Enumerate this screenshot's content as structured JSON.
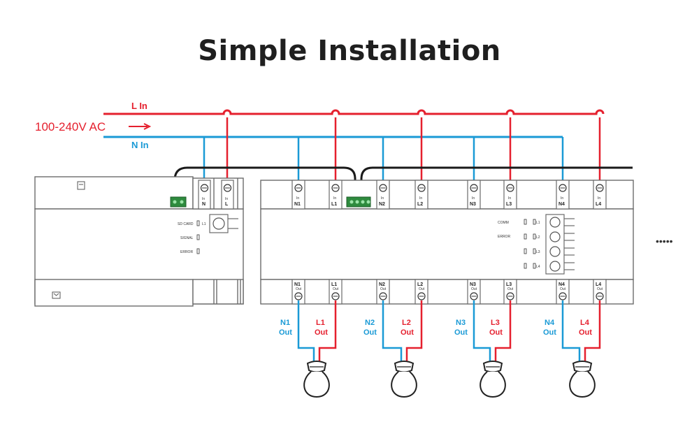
{
  "title": "Simple Installation",
  "colors": {
    "live": "#e5202e",
    "neutral": "#1a9ad6",
    "bus": "#1a1a1a",
    "housing": "#6b6b6b"
  },
  "supply": {
    "voltage_label": "100-240V AC",
    "live_label": "L In",
    "neutral_label": "N In"
  },
  "gateway": {
    "in_label": "In",
    "n_label": "N",
    "l_label": "L",
    "indicators": [
      {
        "label": "SD CARD"
      },
      {
        "label": "SIGNAL"
      },
      {
        "label": "ERROR"
      }
    ],
    "sd_suffix": "L1",
    "icon_top": "power-module-icon",
    "icon_bottom": "ethernet-port-icon"
  },
  "module": {
    "indicators": [
      {
        "label": "COMM",
        "side": "L1"
      },
      {
        "label": "ERROR",
        "side": "L2"
      },
      {
        "label": "",
        "side": "L3"
      },
      {
        "label": "",
        "side": "L4"
      }
    ],
    "channels": [
      {
        "n_in": "N1",
        "l_in": "L1",
        "n_out": "N1",
        "l_out": "L1",
        "in_word": "In",
        "out_word": "Out",
        "n_wire": "N1",
        "l_wire": "L1",
        "wire_word": "Out"
      },
      {
        "n_in": "N2",
        "l_in": "L2",
        "n_out": "N2",
        "l_out": "L2",
        "in_word": "In",
        "out_word": "Out",
        "n_wire": "N2",
        "l_wire": "L2",
        "wire_word": "Out"
      },
      {
        "n_in": "N3",
        "l_in": "L3",
        "n_out": "N3",
        "l_out": "L3",
        "in_word": "In",
        "out_word": "Out",
        "n_wire": "N3",
        "l_wire": "L3",
        "wire_word": "Out"
      },
      {
        "n_in": "N4",
        "l_in": "L4",
        "n_out": "N4",
        "l_out": "L4",
        "in_word": "In",
        "out_word": "Out",
        "n_wire": "N4",
        "l_wire": "L4",
        "wire_word": "Out"
      }
    ]
  },
  "continuation": "•••••"
}
